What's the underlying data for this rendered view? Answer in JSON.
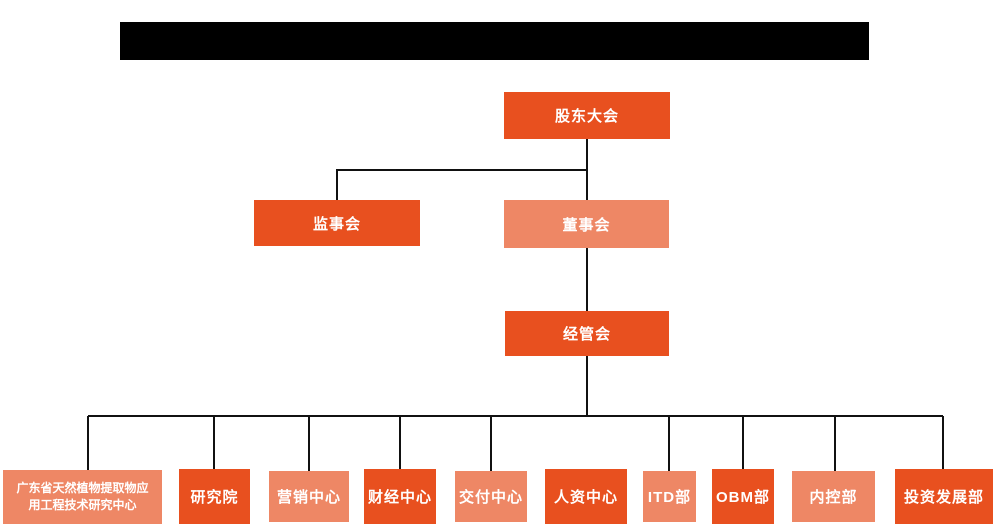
{
  "colors": {
    "background": "#ffffff",
    "redaction": "#000000",
    "connector": "#111111",
    "dark_node": "#e8501f",
    "light_node": "#ee8765",
    "node_text": "#ffffff"
  },
  "org_chart": {
    "shareholders_meeting": {
      "label": "股东大会"
    },
    "supervisory_board": {
      "label": "监事会"
    },
    "board_of_directors": {
      "label": "董事会"
    },
    "management_committee": {
      "label": "经管会"
    },
    "departments": [
      {
        "label": "广东省天然植物提取物应用工程技术研究中心"
      },
      {
        "label": "研究院"
      },
      {
        "label": "营销中心"
      },
      {
        "label": "财经中心"
      },
      {
        "label": "交付中心"
      },
      {
        "label": "人资中心"
      },
      {
        "label": "ITD部"
      },
      {
        "label": "OBM部"
      },
      {
        "label": "内控部"
      },
      {
        "label": "投资发展部"
      }
    ]
  }
}
